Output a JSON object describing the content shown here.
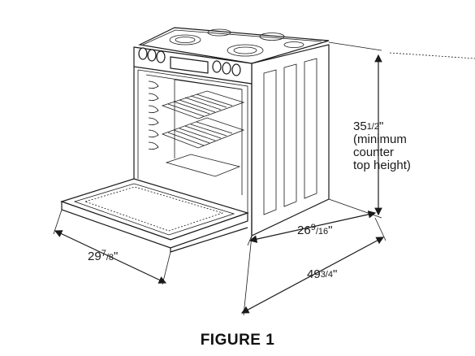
{
  "caption": "FIGURE 1",
  "dimensions": {
    "height": {
      "whole": "35",
      "frac": "1/2",
      "unit": "\""
    },
    "height_note": [
      "(minimum",
      "counter",
      "top height)"
    ],
    "depth": {
      "whole": "26",
      "num": "9",
      "den": "/16",
      "unit": "\""
    },
    "width": {
      "whole": "29",
      "num": "7",
      "den": "/8",
      "unit": "\""
    },
    "open_depth": {
      "whole": "49",
      "frac": "3/4",
      "unit": "\""
    }
  }
}
